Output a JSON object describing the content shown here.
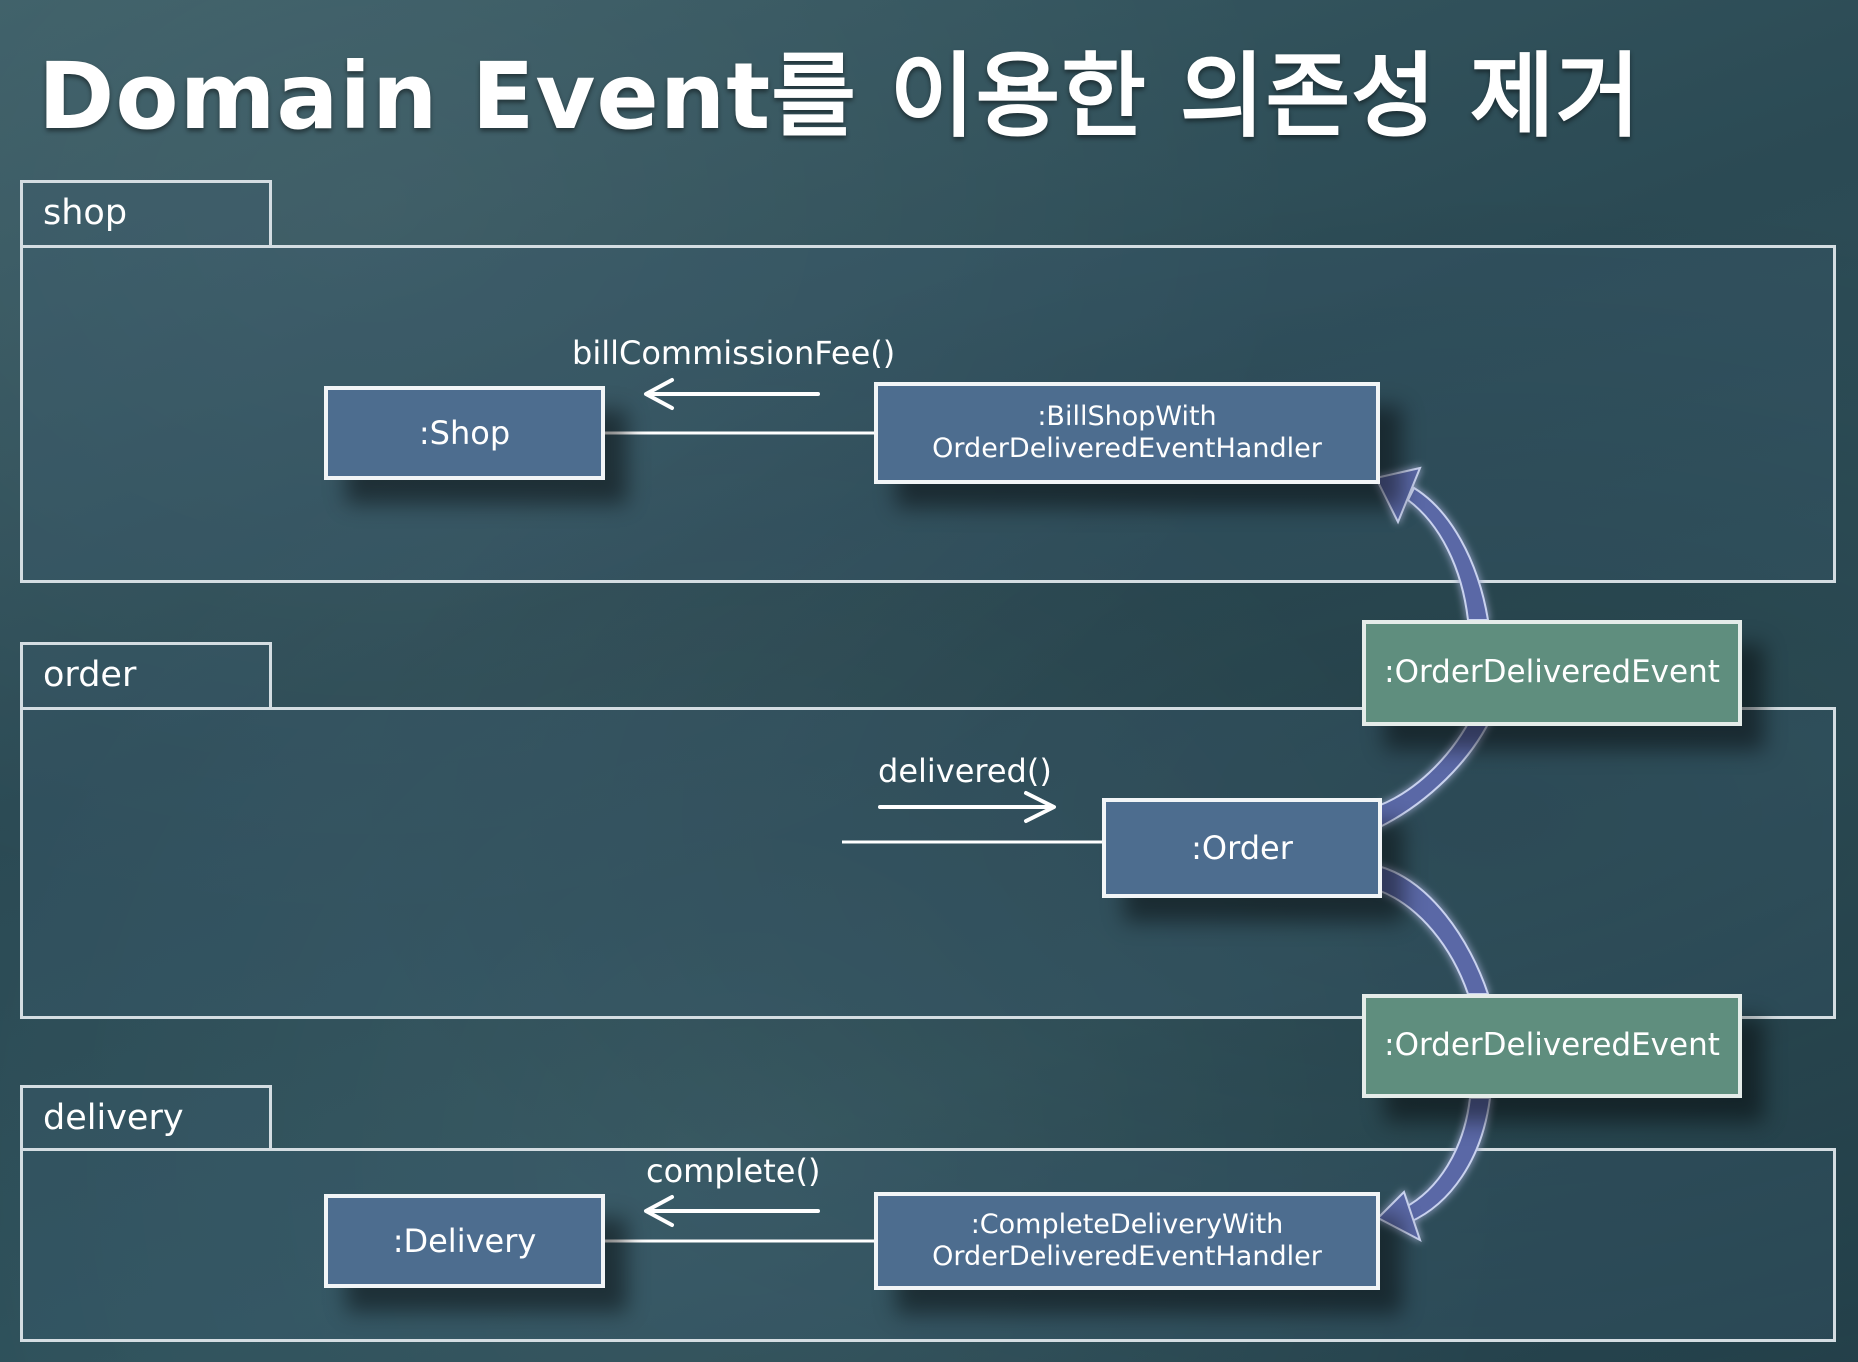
{
  "title": "Domain Event를 이용한 의존성 제거",
  "packages": {
    "shop": "shop",
    "order": "order",
    "delivery": "delivery"
  },
  "objects": {
    "shop": ":Shop",
    "bill_handler": [
      ":BillShopWith",
      "OrderDeliveredEventHandler"
    ],
    "order": ":Order",
    "delivery": ":Delivery",
    "complete_handler": [
      ":CompleteDeliveryWith",
      "OrderDeliveredEventHandler"
    ]
  },
  "events": {
    "upper": ":OrderDeliveredEvent",
    "lower": ":OrderDeliveredEvent"
  },
  "messages": {
    "bill": "billCommissionFee()",
    "delivered": "delivered()",
    "complete": "complete()"
  },
  "colors": {
    "object_fill": "#4d6d8f",
    "event_fill": "#5f8e7e",
    "curved_arrow": "#5a68a6",
    "line": "#ffffff"
  }
}
